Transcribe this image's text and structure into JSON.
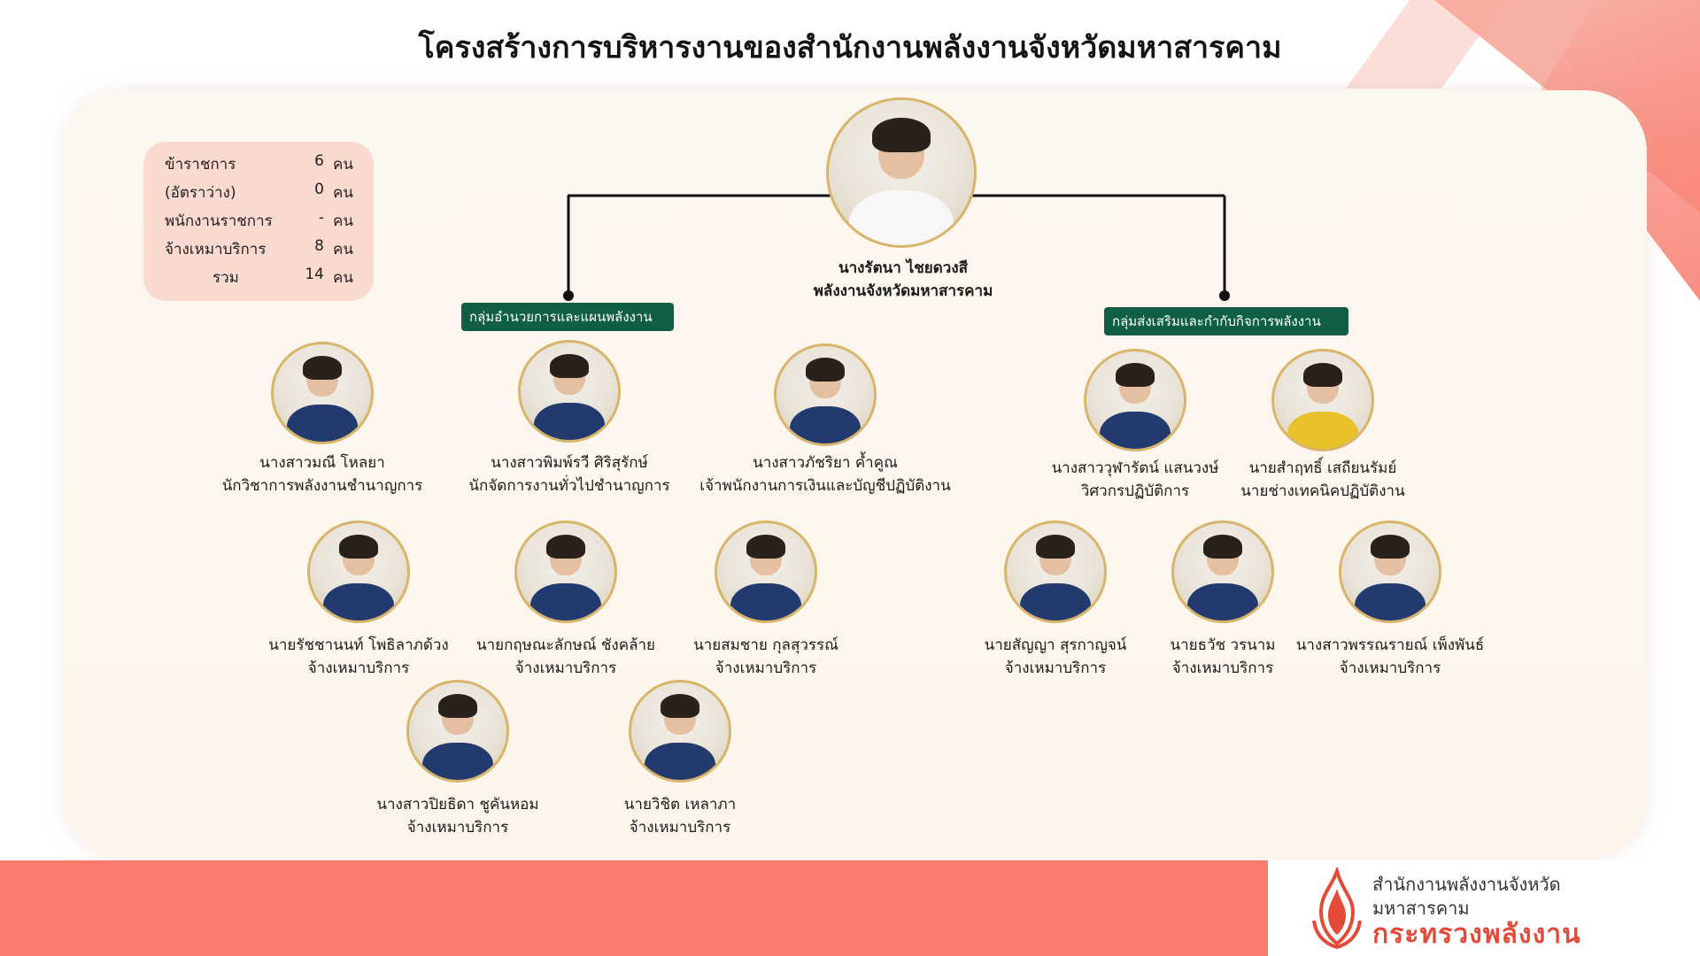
{
  "title": "โครงสร้างการบริหารงานของสำนักงานพลังงานจังหวัดมหาสารคาม",
  "colors": {
    "accent": "#fa7b6e",
    "group_label": "#0f5e45",
    "photo_ring": "#d8b56a"
  },
  "stats": [
    {
      "label": "ข้าราชการ",
      "value": "6",
      "unit": "คน"
    },
    {
      "label": "(อัตราว่าง)",
      "value": "0",
      "unit": "คน"
    },
    {
      "label": "พนักงานราชการ",
      "value": "-",
      "unit": "คน"
    },
    {
      "label": "จ้างเหมาบริการ",
      "value": "8",
      "unit": "คน"
    },
    {
      "label": "รวม",
      "value": "14",
      "unit": "คน"
    }
  ],
  "head": {
    "name": "นางรัตนา ไชยดวงสี",
    "position": "พลังงานจังหวัดมหาสารคาม"
  },
  "groups": {
    "left": "กลุ่มอำนวยการและแผนพลังงาน",
    "right": "กลุ่มส่งเสริมและกำกับกิจการพลังงาน"
  },
  "staff": [
    {
      "name": "นางสาวมณี โหลยา",
      "position": "นักวิชาการพลังงานชำนาญการ"
    },
    {
      "name": "นางสาวพิมพ์รวี ศิริสุรักษ์",
      "position": "นักจัดการงานทั่วไปชำนาญการ"
    },
    {
      "name": "นางสาวภัชริยา ค้ำคูณ",
      "position": "เจ้าพนักงานการเงินและบัญชีปฏิบัติงาน"
    },
    {
      "name": "นางสาววุฬารัตน์ แสนวงษ์",
      "position": "วิศวกรปฏิบัติการ"
    },
    {
      "name": "นายสำฤทธิ์ เสถียนรัมย์",
      "position": "นายช่างเทคนิคปฏิบัติงาน"
    },
    {
      "name": "นายรัชชานนท์ โพธิลาภด้วง",
      "position": "จ้างเหมาบริการ"
    },
    {
      "name": "นายกฤษณะลักษณ์ ชังคล้าย",
      "position": "จ้างเหมาบริการ"
    },
    {
      "name": "นายสมชาย กุลสุวรรณ์",
      "position": "จ้างเหมาบริการ"
    },
    {
      "name": "นายสัญญา สุรกาญจน์",
      "position": "จ้างเหมาบริการ"
    },
    {
      "name": "นายธวัช วรนาม",
      "position": "จ้างเหมาบริการ"
    },
    {
      "name": "นางสาวพรรณรายณ์ เพ็งพันธ์",
      "position": "จ้างเหมาบริการ"
    },
    {
      "name": "นางสาวปิยธิดา ชูคันหอม",
      "position": "จ้างเหมาบริการ"
    },
    {
      "name": "นายวิชิต เหลาภา",
      "position": "จ้างเหมาบริการ"
    }
  ],
  "footer": {
    "org_line1": "สำนักงานพลังงานจังหวัด",
    "org_line2": "มหาสารคาม",
    "ministry": "กระทรวงพลังงาน"
  }
}
